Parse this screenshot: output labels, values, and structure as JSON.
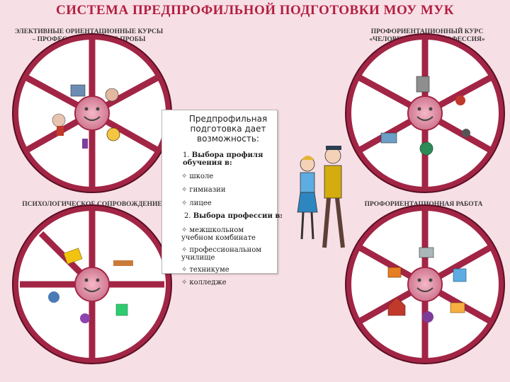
{
  "title": "СИСТЕМА ПРЕДПРОФИЛЬНОЙ ПОДГОТОВКИ МОУ МУК",
  "sections": {
    "top_left": "ЭЛЕКТИВНЫЕ ОРИЕНТАЦИОННЫЕ КУРСЫ\n– ПРОФЕССИОНАЛЬНЫЕ ПРОБЫ",
    "top_right": "ПРОФОРИЕНТАЦИОННЫЙ КУРС\n«ЧЕЛОВЕК – ТРУД – ПРОФЕССИЯ»",
    "bottom_left": "ПСИХОЛОГИЧЕСКОЕ СОПРОВОЖДЕНИЕ",
    "bottom_right": "ПРОФОРИЕНТАЦИОННАЯ РАБОТА"
  },
  "center": {
    "heading": "Предпрофильная подготовка дает возможность:",
    "step1_number": "1.",
    "step1_label": "Выбора профиля обучения в:",
    "list1": [
      "школе",
      "гимназии",
      "лицее"
    ],
    "step2_number": "2.",
    "step2_label": "Выбора профессии в:",
    "list2": [
      "межшкольном учебном комбинате",
      "профессиональном училище",
      "техникуме",
      "колледже"
    ]
  },
  "colors": {
    "wheel_fill": "#a22545",
    "wheel_border": "#5a0f22",
    "smiley": "#d992a6",
    "title": "#b21f3f",
    "background": "#f7dfe6"
  }
}
